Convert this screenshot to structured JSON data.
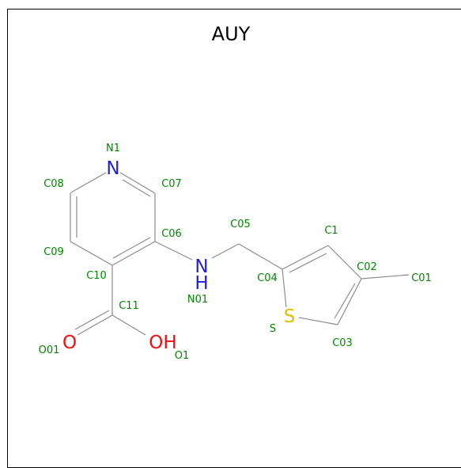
{
  "title": "AUY",
  "colors": {
    "nitrogen": "#1f1fdd",
    "oxygen": "#ee1111",
    "sulfur": "#e0c000",
    "label": "#008800",
    "bond": "#8c8c8c"
  },
  "elements": {
    "n_ring": "N",
    "n_amine": "N",
    "h_amine": "H",
    "o_carbonyl": "O",
    "oh_hydroxyl": "OH",
    "s_ring": "S"
  },
  "atom_labels": {
    "N1": "N1",
    "C07": "C07",
    "C08": "C08",
    "C06": "C06",
    "C09": "C09",
    "C10": "C10",
    "C11": "C11",
    "N01": "N01",
    "C05": "C05",
    "C04": "C04",
    "C1": "C1",
    "C02": "C02",
    "C01": "C01",
    "C03": "C03",
    "S": "S",
    "O01": "O01",
    "O1": "O1"
  }
}
